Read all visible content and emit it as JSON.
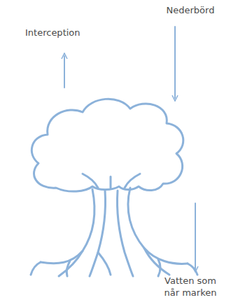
{
  "diagram": {
    "labels": [
      "Interception",
      "Nederbörd",
      "Vatten som når marken"
    ]
  }
}
